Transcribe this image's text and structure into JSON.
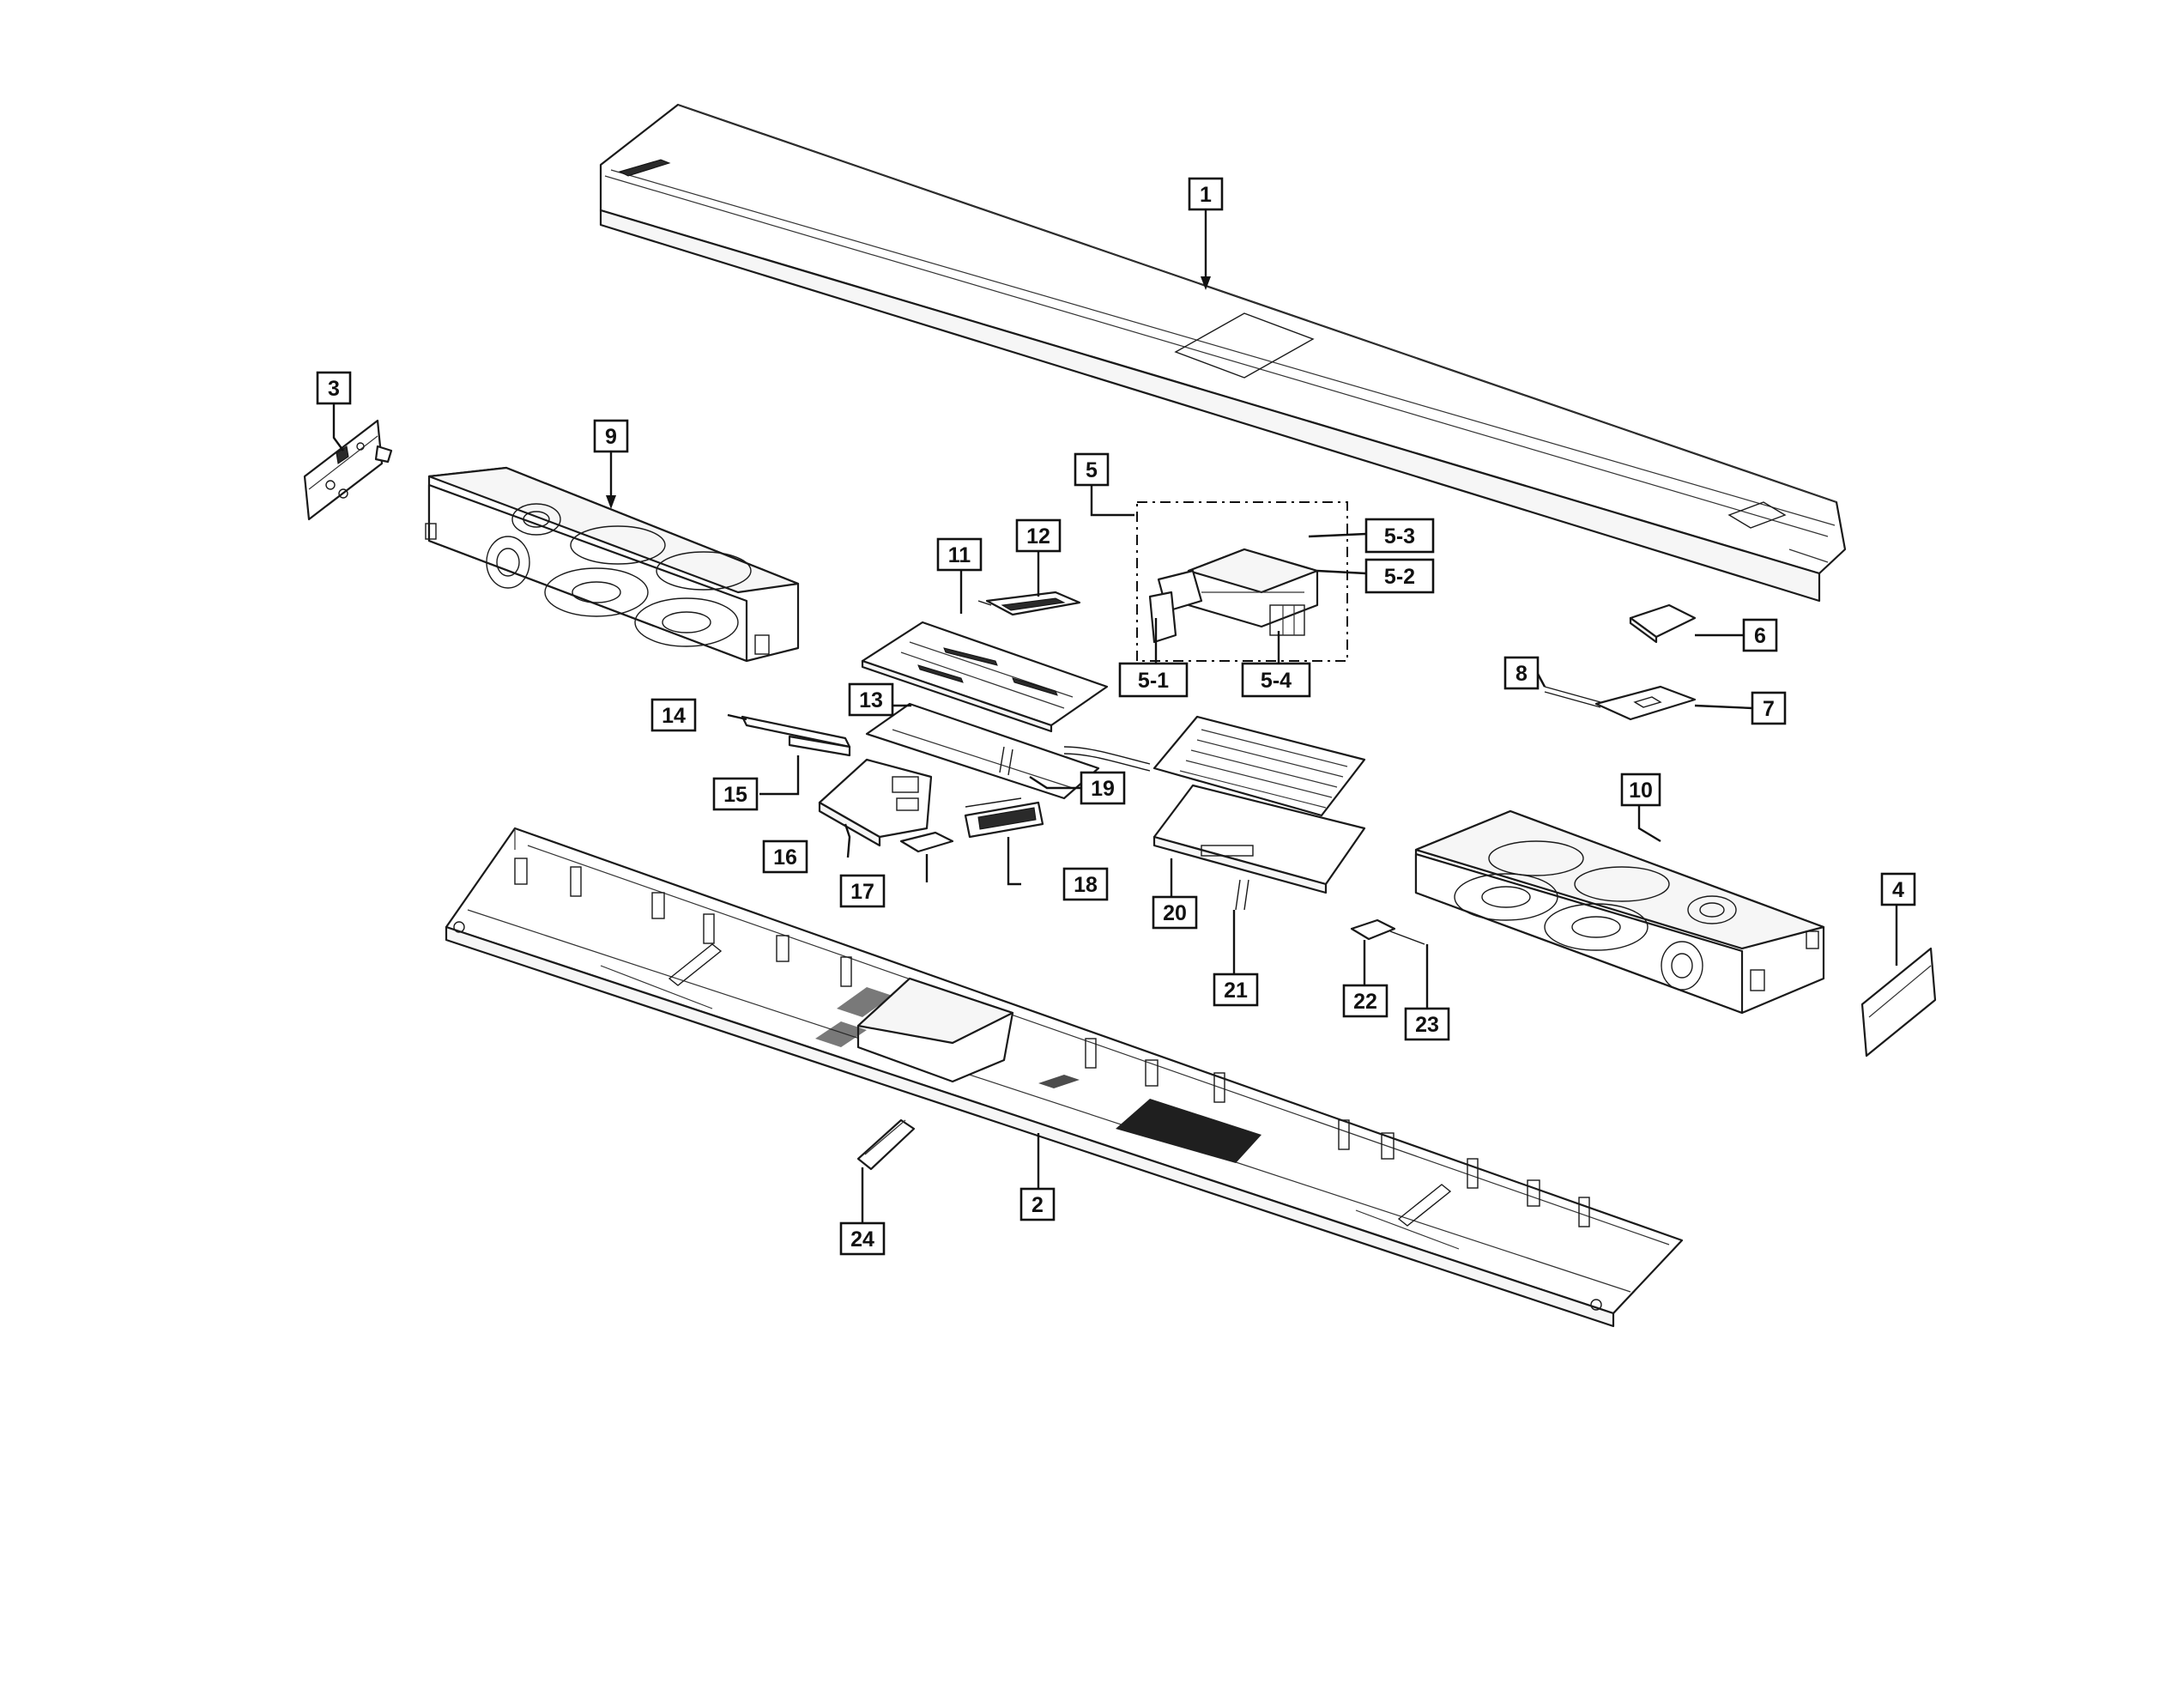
{
  "callouts": [
    {
      "id": "1",
      "label": "1"
    },
    {
      "id": "2",
      "label": "2"
    },
    {
      "id": "3",
      "label": "3"
    },
    {
      "id": "4",
      "label": "4"
    },
    {
      "id": "5",
      "label": "5"
    },
    {
      "id": "5-1",
      "label": "5-1"
    },
    {
      "id": "5-2",
      "label": "5-2"
    },
    {
      "id": "5-3",
      "label": "5-3"
    },
    {
      "id": "5-4",
      "label": "5-4"
    },
    {
      "id": "6",
      "label": "6"
    },
    {
      "id": "7",
      "label": "7"
    },
    {
      "id": "8",
      "label": "8"
    },
    {
      "id": "9",
      "label": "9"
    },
    {
      "id": "10",
      "label": "10"
    },
    {
      "id": "11",
      "label": "11"
    },
    {
      "id": "12",
      "label": "12"
    },
    {
      "id": "13",
      "label": "13"
    },
    {
      "id": "14",
      "label": "14"
    },
    {
      "id": "15",
      "label": "15"
    },
    {
      "id": "16",
      "label": "16"
    },
    {
      "id": "17",
      "label": "17"
    },
    {
      "id": "18",
      "label": "18"
    },
    {
      "id": "19",
      "label": "19"
    },
    {
      "id": "20",
      "label": "20"
    },
    {
      "id": "21",
      "label": "21"
    },
    {
      "id": "22",
      "label": "22"
    },
    {
      "id": "23",
      "label": "23"
    },
    {
      "id": "24",
      "label": "24"
    }
  ],
  "colors": {
    "line": "#111111",
    "background": "#ffffff"
  }
}
